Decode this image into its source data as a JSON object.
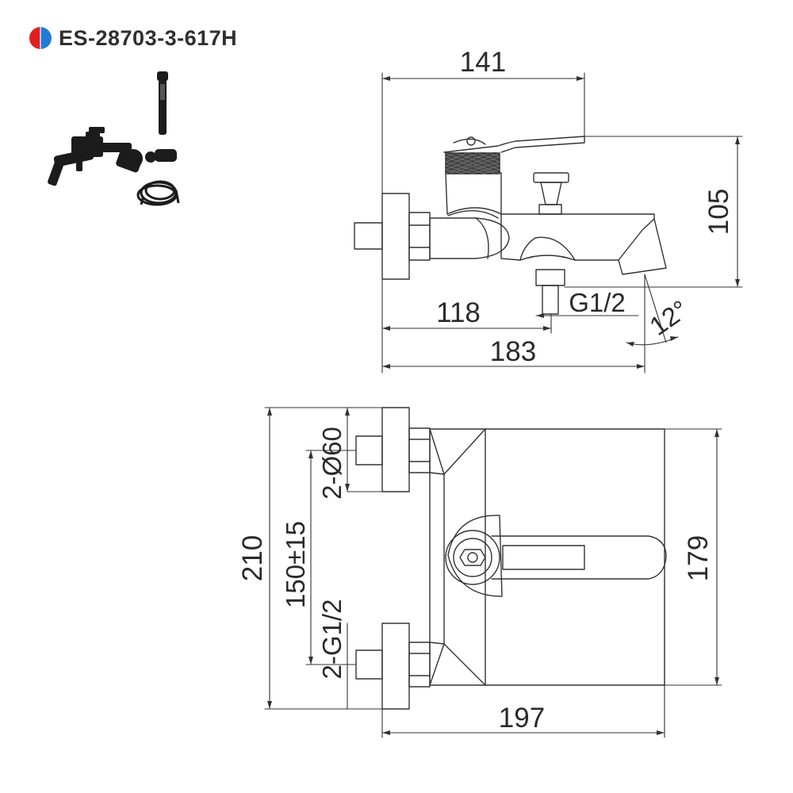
{
  "header": {
    "model": "ES-28703-3-617H",
    "hot_color": "#e02020",
    "cold_color": "#1f7bd6",
    "icon": "hot-cold-indicator-icon"
  },
  "product_image": {
    "icon": "black-bath-mixer-with-hand-shower-and-hose"
  },
  "side_view": {
    "dim_width_top": "141",
    "dim_height": "105",
    "dim_outlet_thread": "G1/2",
    "dim_outlet_distance": "118",
    "dim_angle": "12°",
    "dim_total_length": "183"
  },
  "top_view": {
    "dim_total_height": "210",
    "dim_center_distance": "150±15",
    "dim_flange_diameter": "2-Ø60",
    "dim_inlet_thread": "2-G1/2",
    "dim_body_height": "179",
    "dim_body_length": "197"
  },
  "colors": {
    "line": "#333333",
    "dark_fill": "#1c1c1c",
    "text": "#2a2a2a"
  }
}
